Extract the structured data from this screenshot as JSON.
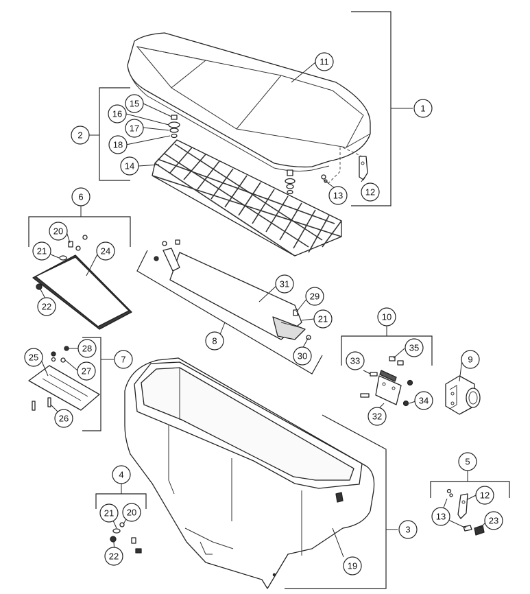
{
  "callouts": {
    "c1": "1",
    "c2": "2",
    "c3": "3",
    "c4": "4",
    "c5": "5",
    "c6": "6",
    "c7": "7",
    "c8": "8",
    "c9": "9",
    "c10": "10",
    "c11": "11",
    "c12a": "12",
    "c12b": "12",
    "c13a": "13",
    "c13b": "13",
    "c14": "14",
    "c15": "15",
    "c16": "16",
    "c17": "17",
    "c18": "18",
    "c19": "19",
    "c20a": "20",
    "c20b": "20",
    "c21a": "21",
    "c21b": "21",
    "c21c": "21",
    "c22a": "22",
    "c22b": "22",
    "c23": "23",
    "c24": "24",
    "c25": "25",
    "c26": "26",
    "c27": "27",
    "c28": "28",
    "c29": "29",
    "c30": "30",
    "c31": "31",
    "c32": "32",
    "c33": "33",
    "c34": "34",
    "c35": "35"
  },
  "icons": {
    "lid": "lid-icon",
    "screen": "grid-screen-icon",
    "hopper": "hopper-body-icon",
    "motor_mount": "motor-mount-icon",
    "latch": "latch-icon",
    "deflector": "deflector-plate-icon",
    "spinner_plate": "spinner-plate-icon",
    "chute": "chute-icon",
    "bracket_assembly": "bracket-icon"
  }
}
